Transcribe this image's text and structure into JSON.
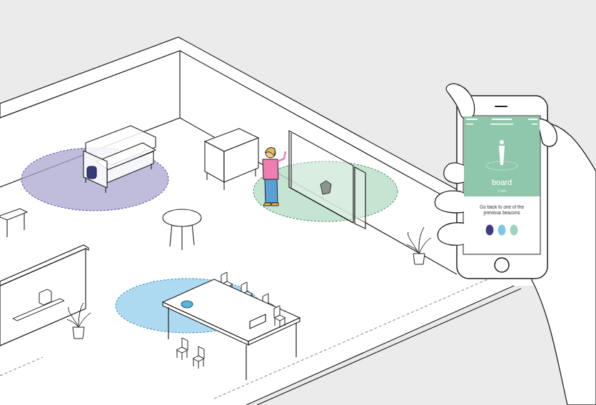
{
  "diagram": {
    "nodes": [
      {
        "text": [
          "Go back to one of the previous beacons"
        ]
      },
      {
        "text": [
          "board",
          "1 min"
        ],
        "in": 0
      }
    ]
  }
}
